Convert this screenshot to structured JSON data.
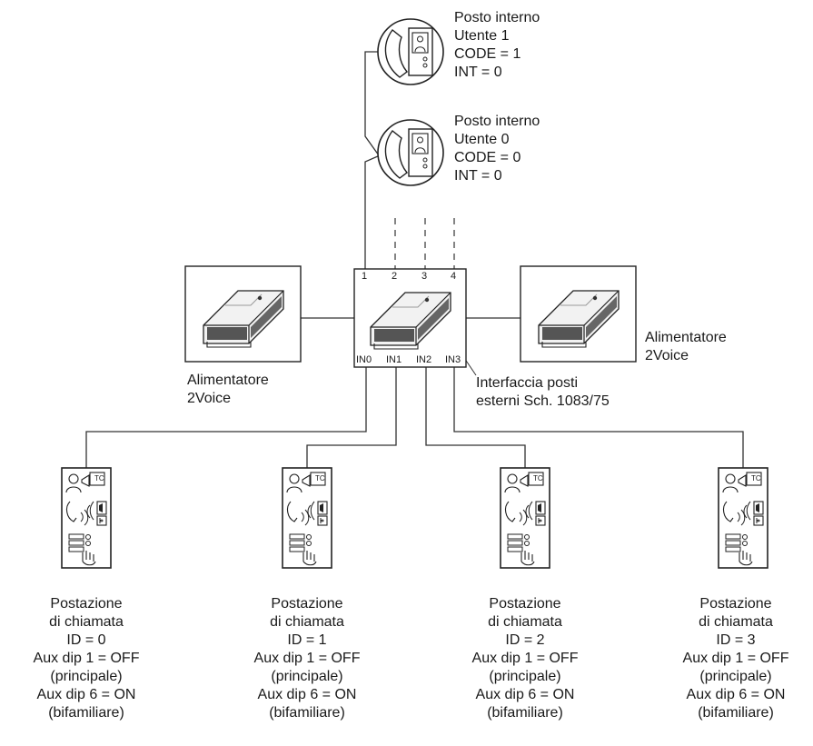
{
  "internal_stations": [
    {
      "lines": [
        "Posto interno",
        "Utente 1",
        "CODE = 1",
        "INT = 0"
      ]
    },
    {
      "lines": [
        "Posto interno",
        "Utente 0",
        "CODE = 0",
        "INT = 0"
      ]
    }
  ],
  "power_left": {
    "lines": [
      "Alimentatore",
      "2Voice"
    ]
  },
  "power_right": {
    "lines": [
      "Alimentatore",
      "2Voice"
    ]
  },
  "interface": {
    "label": [
      "Interfaccia posti",
      "esterni Sch. 1083/75"
    ],
    "top_ports": [
      "1",
      "2",
      "3",
      "4"
    ],
    "bottom_ports": [
      "IN0",
      "IN1",
      "IN2",
      "IN3"
    ]
  },
  "panel_icon_text": "TC",
  "call_stations": [
    {
      "lines": [
        "Postazione",
        "di chiamata",
        "ID = 0",
        "Aux dip 1 = OFF",
        "(principale)",
        "Aux dip 6 = ON",
        "(bifamiliare)"
      ]
    },
    {
      "lines": [
        "Postazione",
        "di chiamata",
        "ID = 1",
        "Aux dip 1 = OFF",
        "(principale)",
        "Aux dip 6 = ON",
        "(bifamiliare)"
      ]
    },
    {
      "lines": [
        "Postazione",
        "di chiamata",
        "ID = 2",
        "Aux dip 1 = OFF",
        "(principale)",
        "Aux dip 6 = ON",
        "(bifamiliare)"
      ]
    },
    {
      "lines": [
        "Postazione",
        "di chiamata",
        "ID = 3",
        "Aux dip 1 = OFF",
        "(principale)",
        "Aux dip 6 = ON",
        "(bifamiliare)"
      ]
    }
  ]
}
